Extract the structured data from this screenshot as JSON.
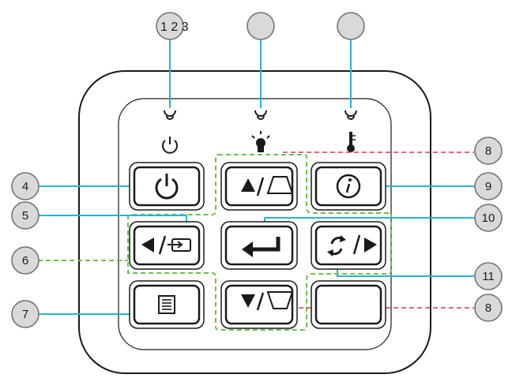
{
  "top_label": "1 2 3",
  "callouts": [
    {
      "id": "4",
      "label": "4"
    },
    {
      "id": "5",
      "label": "5"
    },
    {
      "id": "6",
      "label": "6"
    },
    {
      "id": "7",
      "label": "7"
    },
    {
      "id": "8a",
      "label": "8"
    },
    {
      "id": "9",
      "label": "9"
    },
    {
      "id": "10",
      "label": "10"
    },
    {
      "id": "11",
      "label": "11"
    },
    {
      "id": "8b",
      "label": "8"
    }
  ],
  "indicators": [
    {
      "name": "power-led",
      "icon": "power-icon"
    },
    {
      "name": "lamp-led",
      "icon": "lamp-icon"
    },
    {
      "name": "temp-led",
      "icon": "thermometer-icon"
    }
  ],
  "buttons": [
    {
      "name": "power-button",
      "icon": "power-icon"
    },
    {
      "name": "up-keystone-button",
      "icon": "up-triangle-keystone-icon"
    },
    {
      "name": "info-button",
      "icon": "info-icon"
    },
    {
      "name": "left-source-button",
      "icon": "left-triangle-source-icon"
    },
    {
      "name": "enter-button",
      "icon": "enter-arrow-icon"
    },
    {
      "name": "resync-right-button",
      "icon": "resync-right-triangle-icon"
    },
    {
      "name": "menu-button",
      "icon": "menu-list-icon"
    },
    {
      "name": "down-keystone-button",
      "icon": "down-triangle-keystone-icon"
    },
    {
      "name": "blank-button",
      "icon": ""
    }
  ],
  "colors": {
    "callout_line": "#2bb3cf",
    "group_dash_green": "#6cc04a",
    "dash_red": "#d63a4a",
    "panel_stroke": "#1a1a1a",
    "callout_fill": "#d9d9d9"
  }
}
